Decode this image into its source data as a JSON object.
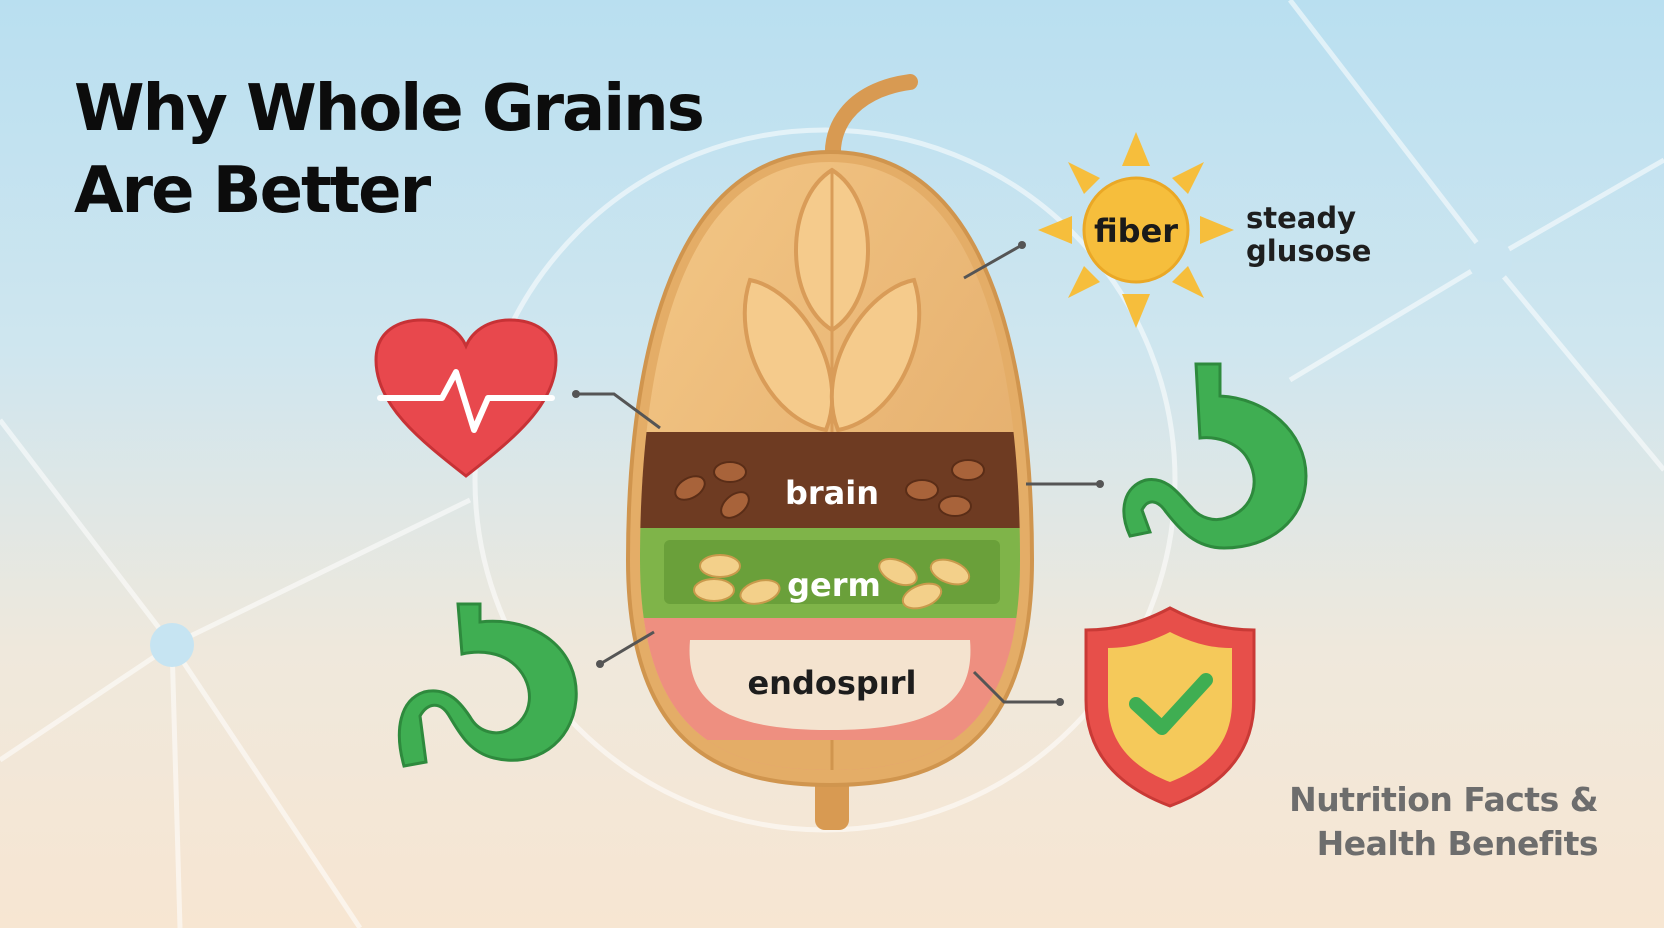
{
  "header": {
    "title_line1": "Why Whole Grains",
    "title_line2": "Are Better"
  },
  "grain": {
    "layer_bran": "brain",
    "layer_germ": "germ",
    "layer_endosperm": "endospırl"
  },
  "benefits": {
    "sun_label": "fiber",
    "callout_line1": "steady",
    "callout_line2": "glusose",
    "icons": [
      "heart-rate-icon",
      "sun-icon",
      "stomach-icon",
      "stomach-icon",
      "shield-check-icon"
    ]
  },
  "footer": {
    "line1": "Nutrition Facts &",
    "line2": "Health Benefits"
  },
  "colors": {
    "bran": "#6e3b22",
    "germ": "#7fb449",
    "endosperm": "#f4e3cf",
    "heart": "#e8484d",
    "sun": "#f6be3c",
    "stomach": "#3fae52",
    "shield_border": "#e74f4a",
    "shield_fill": "#f5c95a",
    "check": "#3fae52"
  }
}
